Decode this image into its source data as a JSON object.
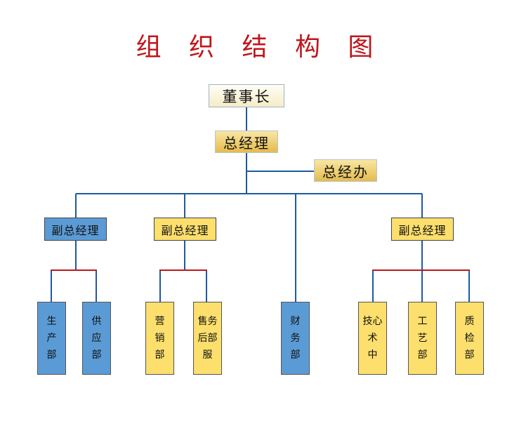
{
  "title": "组 织 结 构 图",
  "nodes": {
    "chairman": "董事长",
    "general_manager": "总经理",
    "gm_office": "总经办",
    "vp_production": "副总经理",
    "vp_sales": "副总经理",
    "vp_technical": "副总经理"
  },
  "departments": {
    "production": [
      "生",
      "产",
      "部"
    ],
    "supply": [
      "供",
      "应",
      "部"
    ],
    "marketing": [
      "营",
      "销",
      "部"
    ],
    "after_sales": [
      "售务",
      "后部",
      "服"
    ],
    "finance": [
      "财",
      "务",
      "部"
    ],
    "tech_center": [
      "技心",
      "术",
      "中"
    ],
    "process": [
      "工",
      "艺",
      "部"
    ],
    "quality": [
      "质",
      "检",
      "部"
    ]
  },
  "colors": {
    "title": "#c0161b",
    "connector_main": "#1f5a9e",
    "connector_sub": "#c0161b",
    "box_blue": "#5b9bd5",
    "box_yellow": "#fcdf6c"
  }
}
